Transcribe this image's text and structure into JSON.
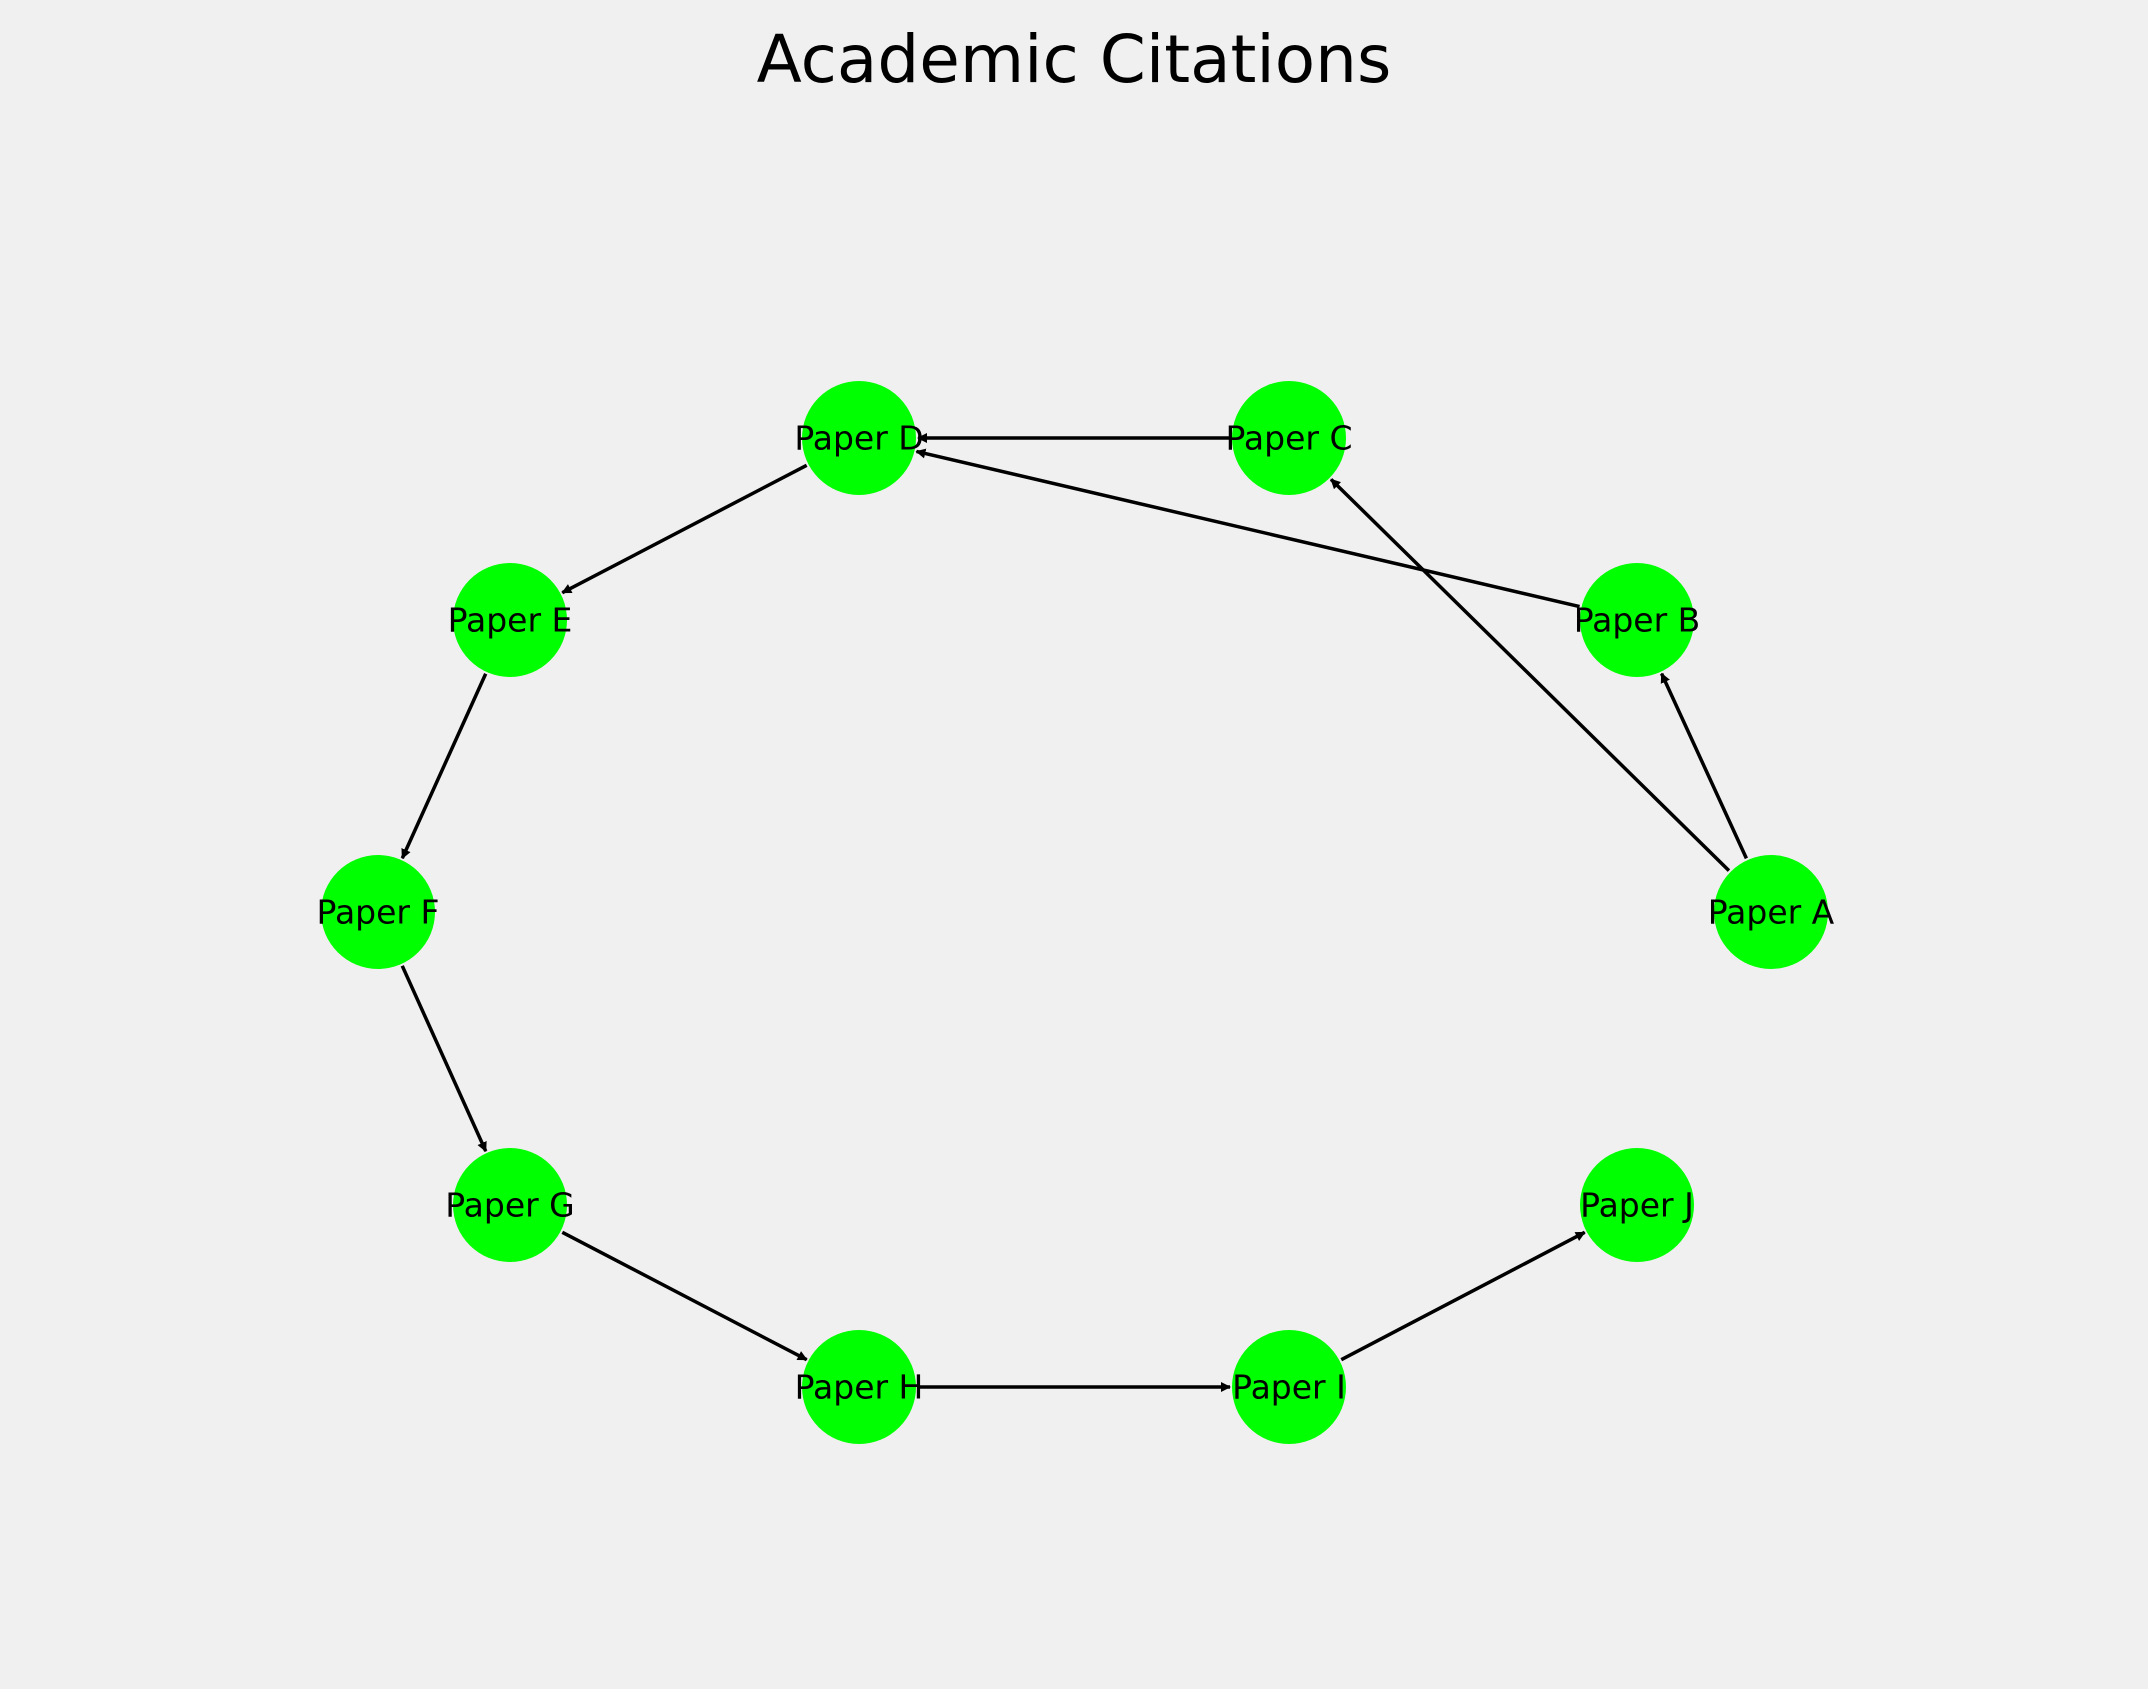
{
  "title": "Academic Citations",
  "colors": {
    "background": "#f0f0f0",
    "node_fill": "#00ff00",
    "edge": "#000000",
    "text": "#000000"
  },
  "nodes": [
    {
      "id": "A",
      "label": "Paper A"
    },
    {
      "id": "B",
      "label": "Paper B"
    },
    {
      "id": "C",
      "label": "Paper C"
    },
    {
      "id": "D",
      "label": "Paper D"
    },
    {
      "id": "E",
      "label": "Paper E"
    },
    {
      "id": "F",
      "label": "Paper F"
    },
    {
      "id": "G",
      "label": "Paper G"
    },
    {
      "id": "H",
      "label": "Paper H"
    },
    {
      "id": "I",
      "label": "Paper I"
    },
    {
      "id": "J",
      "label": "Paper J"
    }
  ],
  "edges": [
    {
      "from": "A",
      "to": "B"
    },
    {
      "from": "A",
      "to": "C"
    },
    {
      "from": "B",
      "to": "D"
    },
    {
      "from": "C",
      "to": "D"
    },
    {
      "from": "D",
      "to": "E"
    },
    {
      "from": "E",
      "to": "F"
    },
    {
      "from": "F",
      "to": "G"
    },
    {
      "from": "G",
      "to": "H"
    },
    {
      "from": "H",
      "to": "I"
    },
    {
      "from": "I",
      "to": "J"
    }
  ]
}
